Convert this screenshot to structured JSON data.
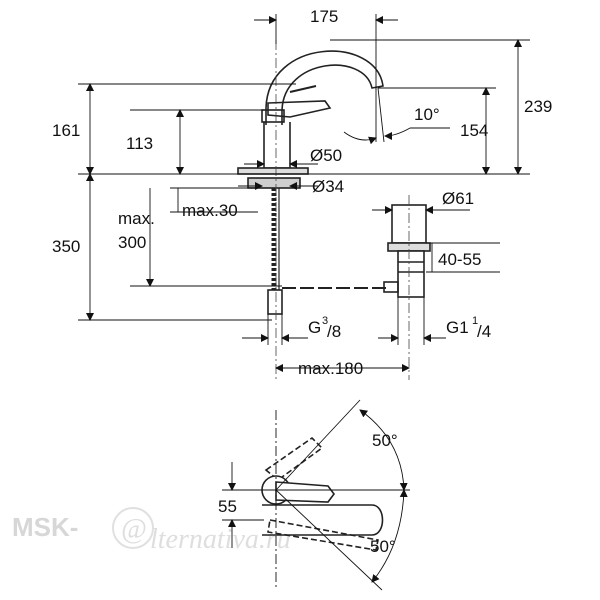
{
  "side_view": {
    "dim_width_top": "175",
    "dim_total_height": "239",
    "dim_spout_height": "154",
    "dim_body_height": "161",
    "dim_lever_height": "113",
    "dim_spout_angle": "10°",
    "dim_body_dia": "Ø50",
    "dim_hole_dia": "Ø34",
    "dim_max_thickness": "max.30",
    "dim_max_label": "max.",
    "dim_max_depth": "300",
    "dim_under_height": "350",
    "dim_waste_dia": "Ø61",
    "dim_waste_range": "40-55",
    "dim_conn_g": "G",
    "dim_conn_g_sup": "3",
    "dim_conn_g_sub": "/8",
    "dim_waste_g": "G1",
    "dim_waste_g_sup": "1",
    "dim_waste_g_sub": "/4",
    "dim_max_reach": "max.180"
  },
  "top_view": {
    "dim_angle_top": "50°",
    "dim_angle_bottom": "50°",
    "dim_offset": "55"
  },
  "watermark": {
    "brand_left": "MSK-",
    "brand_at": "@",
    "brand_right": "lternativa.ru"
  }
}
